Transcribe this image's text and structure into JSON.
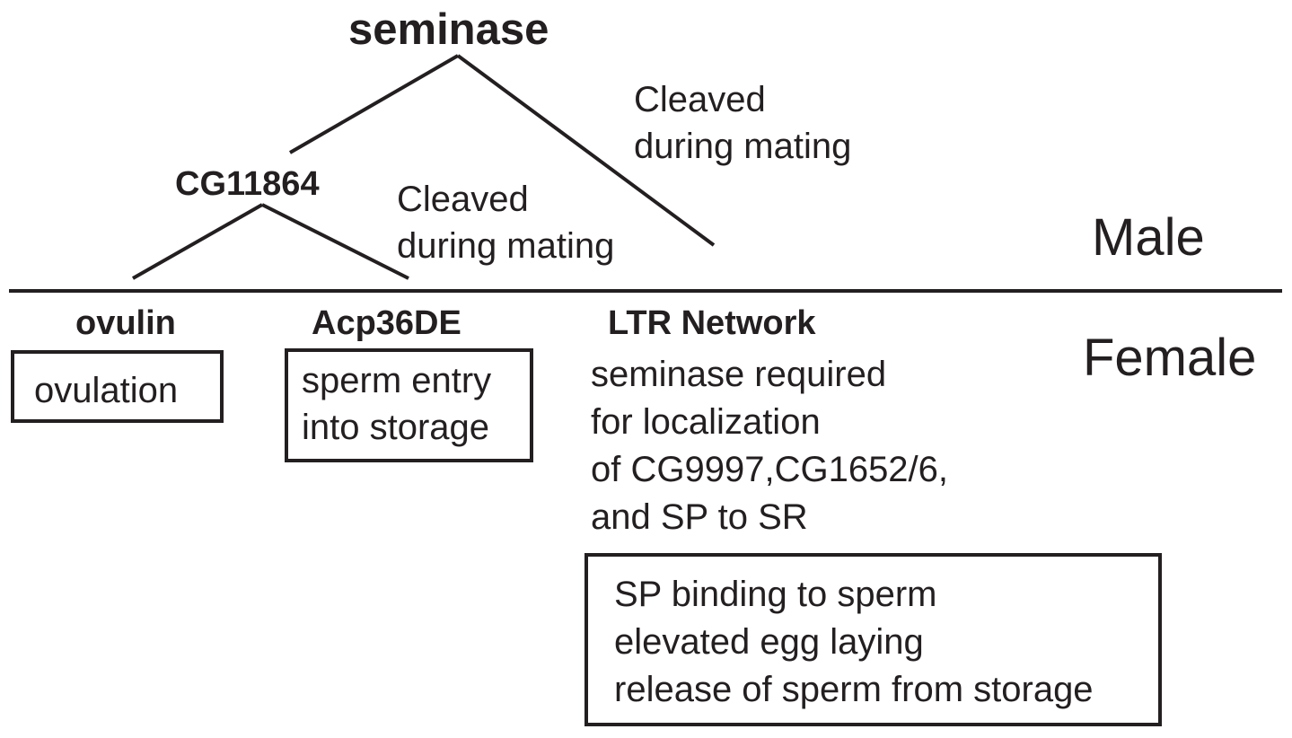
{
  "tree": {
    "root": "seminase",
    "root_edge_label": [
      "Cleaved",
      "during mating"
    ],
    "child": "CG11864",
    "child_edge_label": [
      "Cleaved",
      "during mating"
    ]
  },
  "regions": {
    "male": "Male",
    "female": "Female"
  },
  "products": {
    "ovulin": {
      "name": "ovulin",
      "function": "ovulation"
    },
    "acp36de": {
      "name": "Acp36DE",
      "function": [
        "sperm entry",
        "into storage"
      ]
    },
    "ltr": {
      "name": "LTR Network",
      "note": [
        "seminase required",
        "for localization",
        "of CG9997,CG1652/6,",
        "and SP to SR"
      ],
      "function": [
        "SP binding to sperm",
        "elevated egg laying",
        "release of sperm from storage"
      ]
    }
  },
  "colors": {
    "ink": "#231f20",
    "background": "#ffffff"
  }
}
